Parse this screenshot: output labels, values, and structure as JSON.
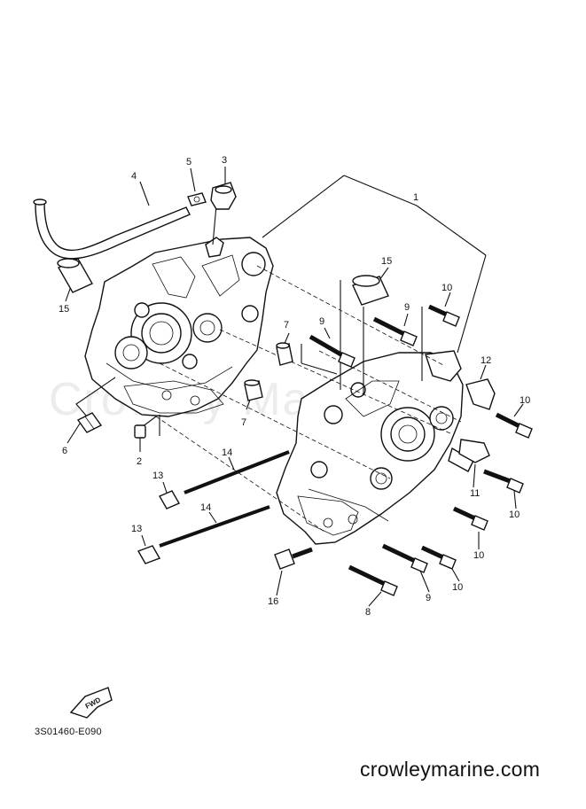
{
  "callouts": [
    {
      "id": "1",
      "label": "1"
    },
    {
      "id": "2",
      "label": "2"
    },
    {
      "id": "3",
      "label": "3"
    },
    {
      "id": "4",
      "label": "4"
    },
    {
      "id": "5",
      "label": "5"
    },
    {
      "id": "6",
      "label": "6"
    },
    {
      "id": "7a",
      "label": "7"
    },
    {
      "id": "7b",
      "label": "7"
    },
    {
      "id": "8",
      "label": "8"
    },
    {
      "id": "9a",
      "label": "9"
    },
    {
      "id": "9b",
      "label": "9"
    },
    {
      "id": "9c",
      "label": "9"
    },
    {
      "id": "10a",
      "label": "10"
    },
    {
      "id": "10b",
      "label": "10"
    },
    {
      "id": "10c",
      "label": "10"
    },
    {
      "id": "10d",
      "label": "10"
    },
    {
      "id": "10e",
      "label": "10"
    },
    {
      "id": "11",
      "label": "11"
    },
    {
      "id": "12",
      "label": "12"
    },
    {
      "id": "13a",
      "label": "13"
    },
    {
      "id": "13b",
      "label": "13"
    },
    {
      "id": "14a",
      "label": "14"
    },
    {
      "id": "14b",
      "label": "14"
    },
    {
      "id": "15a",
      "label": "15"
    },
    {
      "id": "15b",
      "label": "15"
    },
    {
      "id": "16",
      "label": "16"
    }
  ],
  "fwd_badge": "FWD",
  "diagram_code": "3S01460-E090",
  "watermark": "crowleymarine.com",
  "background_watermark": "Crowley Marine",
  "colors": {
    "ink": "#111111",
    "paper": "#ffffff",
    "faint": "#ececec"
  }
}
